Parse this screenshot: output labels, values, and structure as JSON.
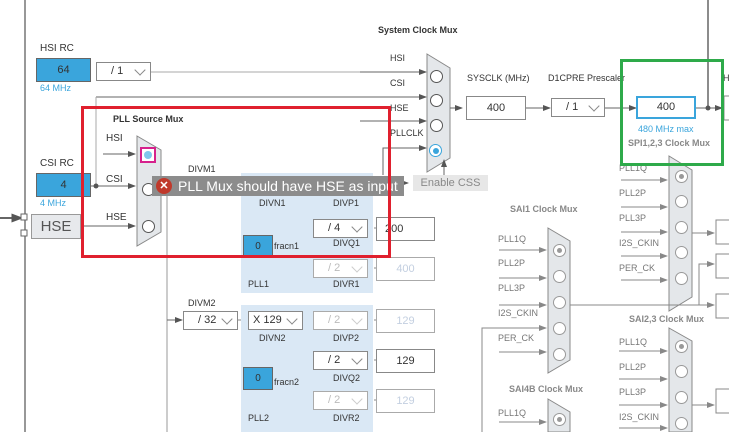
{
  "sources": {
    "hsi_rc": {
      "title": "HSI RC",
      "value": "64",
      "freq": "64 MHz",
      "divider": "/ 1"
    },
    "csi_rc": {
      "title": "CSI RC",
      "value": "4",
      "freq": "4 MHz"
    },
    "hse": {
      "label": "HSE"
    }
  },
  "pll_source_mux": {
    "title": "PLL Source Mux",
    "inputs": [
      "HSI",
      "CSI",
      "HSE"
    ],
    "selected": "HSI"
  },
  "error_tooltip": {
    "icon": "error-icon",
    "text": "PLL Mux should have HSE as input"
  },
  "pll1": {
    "label": "PLL1",
    "divm_label": "DIVM1",
    "divn_label": "DIVN1",
    "divp_label": "DIVP1",
    "divq_label": "DIVQ1",
    "divr_label": "DIVR1",
    "divq_value": "/ 4",
    "divr_value": "/ 2",
    "q_output": "200",
    "r_output": "400",
    "fracn_label": "fracn1",
    "fracn_value": "0"
  },
  "pll2": {
    "label": "PLL2",
    "divm_label": "DIVM2",
    "divm_value": "/ 32",
    "divn_label": "DIVN2",
    "divn_value": "X 129",
    "divp_label": "DIVP2",
    "divq_label": "DIVQ2",
    "divr_label": "DIVR2",
    "divp_value": "/ 2",
    "divq_value": "/ 2",
    "divr_value": "/ 2",
    "p_output": "129",
    "q_output": "129",
    "r_output": "129",
    "fracn_label": "fracn2",
    "fracn_value": "0"
  },
  "system_clock_mux": {
    "title": "System Clock Mux",
    "inputs": [
      "HSI",
      "CSI",
      "HSE",
      "PLLCLK"
    ],
    "selected": "PLLCLK",
    "enable_css": "Enable CSS"
  },
  "sysclk": {
    "label": "SYSCLK (MHz)",
    "value": "400"
  },
  "d1cpre": {
    "label": "D1CPRE Prescaler",
    "value": "/ 1"
  },
  "cpu_clock": {
    "value": "400",
    "max": "480 MHz max"
  },
  "spi123_mux": {
    "title": "SPI1,2,3 Clock Mux",
    "inputs": [
      "PLL1Q",
      "PLL2P",
      "PLL3P",
      "I2S_CKIN",
      "PER_CK"
    ],
    "selected": "PLL1Q"
  },
  "sai1_mux": {
    "title": "SAI1 Clock Mux",
    "inputs": [
      "PLL1Q",
      "PLL2P",
      "PLL3P",
      "I2S_CKIN",
      "PER_CK"
    ],
    "selected": "PLL1Q"
  },
  "sai23_mux": {
    "title": "SAI2,3 Clock Mux",
    "inputs": [
      "PLL1Q",
      "PLL2P",
      "PLL3P",
      "I2S_CKIN"
    ],
    "selected": "PLL1Q"
  },
  "sai4b_mux": {
    "title": "SAI4B Clock Mux",
    "inputs": [
      "PLL1Q"
    ],
    "selected": "PLL1Q"
  },
  "partial_label": "H"
}
